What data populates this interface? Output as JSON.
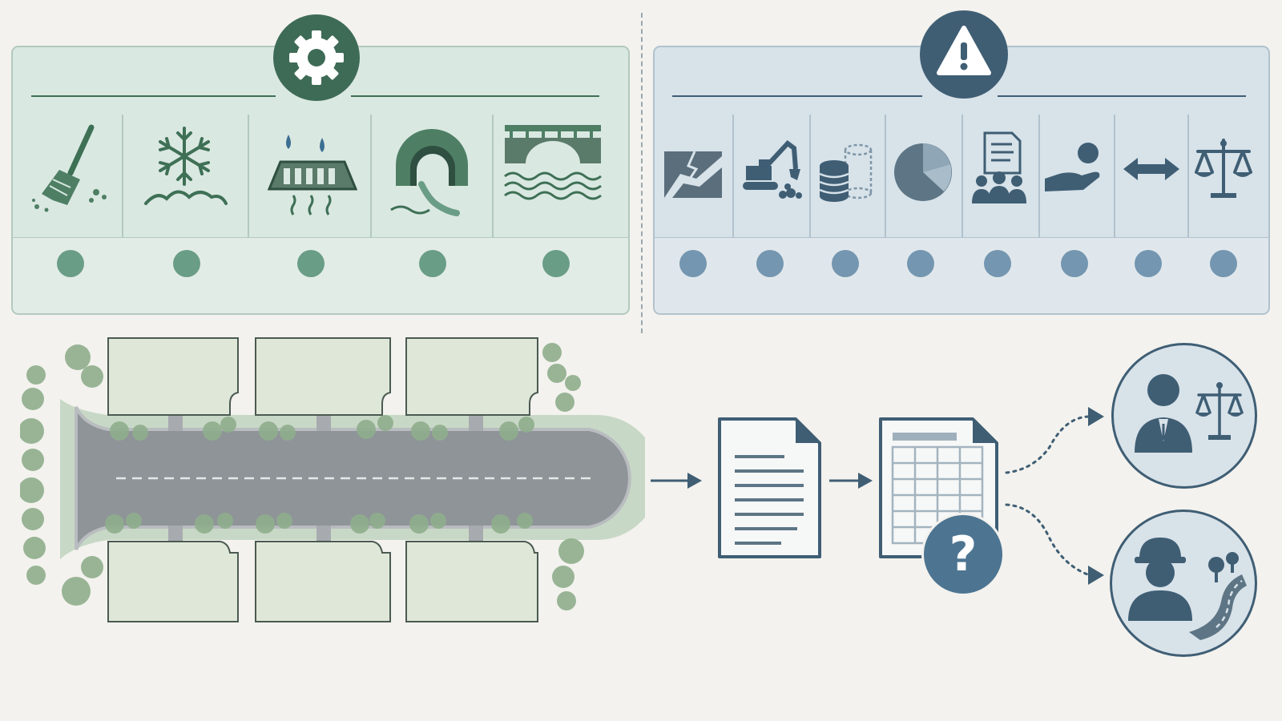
{
  "maintenance_panel": {
    "header_icon": "gear-icon",
    "accent_color": "#3e7055",
    "items": [
      {
        "icon": "broom-sweeping-icon",
        "status": "active"
      },
      {
        "icon": "snowflake-icon",
        "status": "active"
      },
      {
        "icon": "storm-drain-icon",
        "status": "active"
      },
      {
        "icon": "culvert-outflow-icon",
        "status": "active"
      },
      {
        "icon": "bridge-over-water-icon",
        "status": "active"
      }
    ]
  },
  "risk_panel": {
    "header_icon": "warning-icon",
    "accent_color": "#3f5e74",
    "items": [
      {
        "icon": "cracked-pavement-icon",
        "status": "active"
      },
      {
        "icon": "excavator-icon",
        "status": "active"
      },
      {
        "icon": "coin-stack-icon",
        "status": "active"
      },
      {
        "icon": "pie-chart-icon",
        "status": "active"
      },
      {
        "icon": "document-people-icon",
        "status": "active"
      },
      {
        "icon": "hand-giving-icon",
        "status": "active"
      },
      {
        "icon": "double-arrow-icon",
        "status": "active"
      },
      {
        "icon": "scales-icon",
        "status": "active"
      }
    ]
  },
  "site_map": {
    "icon": "cul-de-sac-road-map"
  },
  "flow": {
    "steps": [
      "document-icon",
      "spreadsheet-icon"
    ],
    "question_badge": "?",
    "outcomes": [
      "lawyer-with-scales-icon",
      "road-worker-icon"
    ]
  }
}
